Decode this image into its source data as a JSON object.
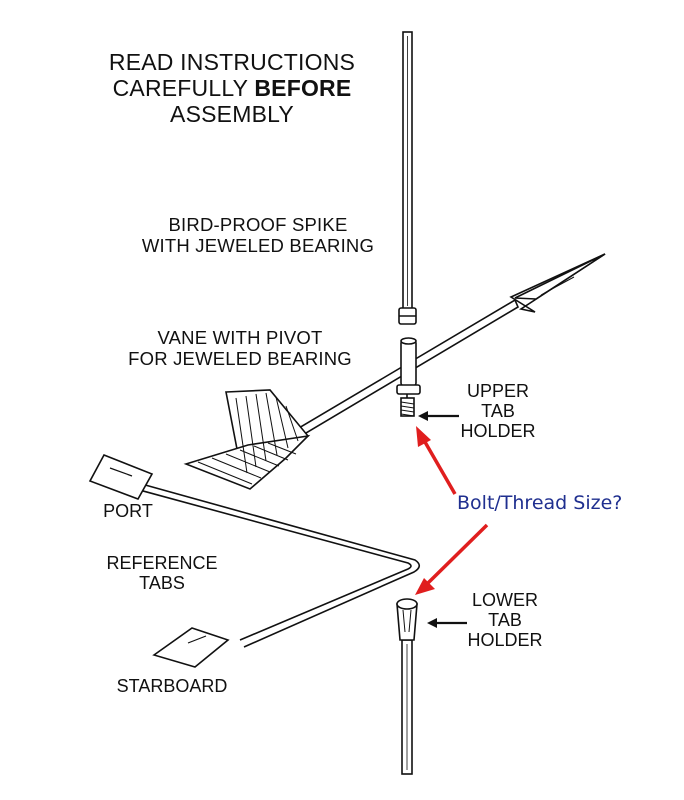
{
  "title": {
    "line1": "READ INSTRUCTIONS",
    "line2_prefix": "CAREFULLY ",
    "line2_bold": "BEFORE",
    "line3": "ASSEMBLY"
  },
  "labels": {
    "spike_line1": "BIRD-PROOF SPIKE",
    "spike_line2": "WITH JEWELED BEARING",
    "vane_line1": "VANE WITH PIVOT",
    "vane_line2": "FOR JEWELED BEARING",
    "upper_line1": "UPPER",
    "upper_line2": "TAB",
    "upper_line3": "HOLDER",
    "lower_line1": "LOWER",
    "lower_line2": "TAB",
    "lower_line3": "HOLDER",
    "port": "PORT",
    "ref_line1": "REFERENCE",
    "ref_line2": "TABS",
    "starboard": "STARBOARD"
  },
  "annotation": {
    "text": "Bolt/Thread Size?",
    "text_color": "#1f2f8f",
    "arrow_color": "#e01e1e"
  },
  "colors": {
    "line": "#111111",
    "background": "#ffffff"
  }
}
